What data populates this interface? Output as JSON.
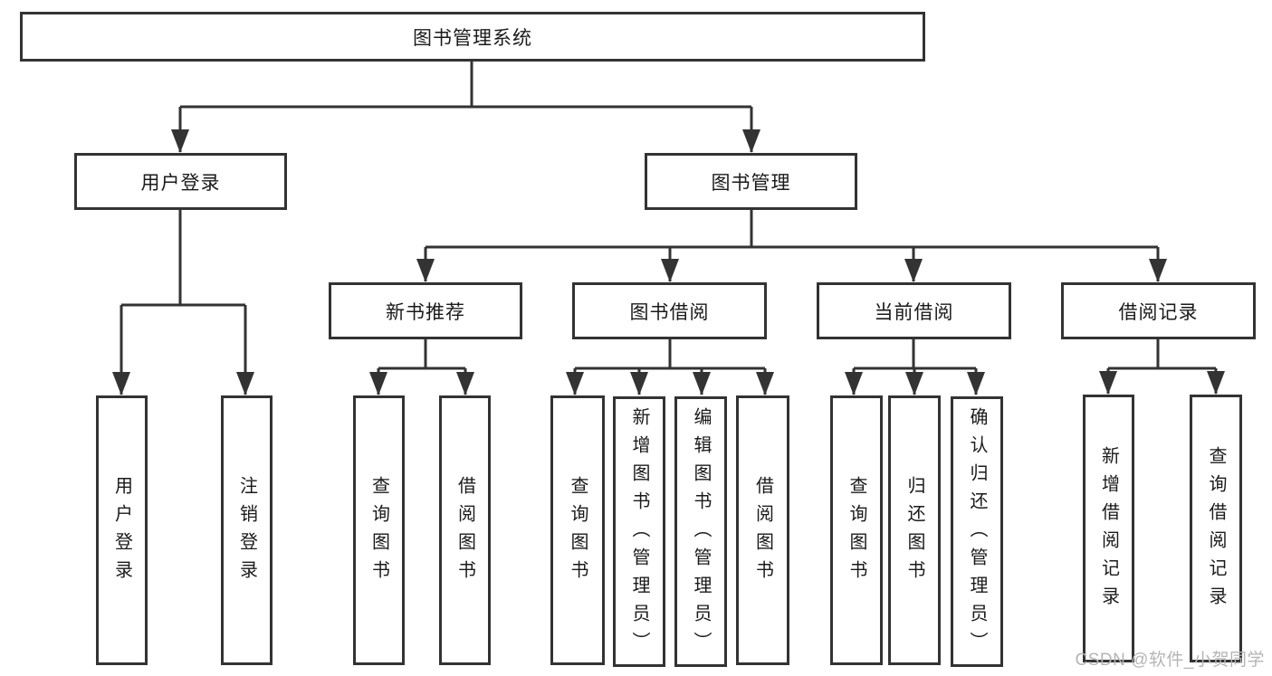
{
  "diagram": {
    "root": {
      "label": "图书管理系统"
    },
    "branches": [
      {
        "label": "用户登录",
        "children": [
          {
            "label": "用户登录"
          },
          {
            "label": "注销登录"
          }
        ]
      },
      {
        "label": "图书管理",
        "children": [
          {
            "label": "新书推荐",
            "children": [
              {
                "label": "查询图书"
              },
              {
                "label": "借阅图书"
              }
            ]
          },
          {
            "label": "图书借阅",
            "children": [
              {
                "label": "查询图书"
              },
              {
                "label": "新增图书（管理员）"
              },
              {
                "label": "编辑图书（管理员）"
              },
              {
                "label": "借阅图书"
              }
            ]
          },
          {
            "label": "当前借阅",
            "children": [
              {
                "label": "查询图书"
              },
              {
                "label": "归还图书"
              },
              {
                "label": "确认归还（管理员）"
              }
            ]
          },
          {
            "label": "借阅记录",
            "children": [
              {
                "label": "新增借阅记录"
              },
              {
                "label": "查询借阅记录"
              }
            ]
          }
        ]
      }
    ],
    "watermark": "CSDN @软件_小贺同学",
    "colors": {
      "line": "#333333",
      "border": "#333333",
      "background": "#ffffff",
      "text": "#1a1a1a",
      "watermark": "#b5b5b5"
    }
  }
}
